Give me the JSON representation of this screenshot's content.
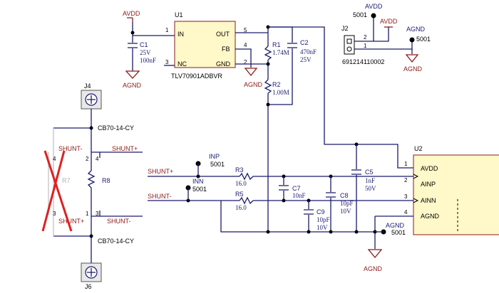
{
  "colors": {
    "wire": "#1b1b6e",
    "power": "#8b1a1a",
    "ic_fill": "#fff8c8",
    "dot": "#000000",
    "x_mark": "#e02020"
  },
  "u1": {
    "ref": "U1",
    "part": "TLV70901ADBVR",
    "pins": {
      "in": "IN",
      "nc": "NC",
      "out": "OUT",
      "fb": "FB",
      "gnd": "GND"
    },
    "pin_numbers": {
      "in": "1",
      "nc": "3",
      "out": "5",
      "fb": "4",
      "gnd": "2"
    }
  },
  "c1": {
    "ref": "C1",
    "v1": "25V",
    "v2": "100nF"
  },
  "c2": {
    "ref": "C2",
    "v1": "470nF",
    "v2": "25V"
  },
  "r1": {
    "ref": "R1",
    "value": "1.74M"
  },
  "r2": {
    "ref": "R2",
    "value": "1.00M"
  },
  "power": {
    "avdd": "AVDD",
    "agnd": "AGND"
  },
  "j2": {
    "ref": "J2",
    "part": "691214110002",
    "pin1": "1",
    "pin2": "2"
  },
  "testpoint": {
    "code": "5001"
  },
  "j4": {
    "ref": "J4",
    "part": "CB70-14-CY"
  },
  "j6": {
    "ref": "J6",
    "part": "CB70-14-CY"
  },
  "r7": {
    "ref": "R7"
  },
  "r8": {
    "ref": "R8"
  },
  "nets": {
    "shunt_plus": "SHUNT+",
    "shunt_minus": "SHUNT-",
    "inp": "INP",
    "inn": "INN"
  },
  "r8_pins": {
    "p1": "1",
    "p2": "2",
    "p3": "3",
    "p4": "4"
  },
  "r7_pins": {
    "p3": "3",
    "p4": "4"
  },
  "r3": {
    "ref": "R3",
    "value": "16.0"
  },
  "r5": {
    "ref": "R5",
    "value": "16.0"
  },
  "c7": {
    "ref": "C7",
    "value": "10nF"
  },
  "c8": {
    "ref": "C8",
    "v1": "10pF",
    "v2": "10V"
  },
  "c9": {
    "ref": "C9",
    "v1": "10pF",
    "v2": "10V"
  },
  "c5": {
    "ref": "C5",
    "v1": "1nF",
    "v2": "50V"
  },
  "u2": {
    "ref": "U2",
    "pins": {
      "avdd": "AVDD",
      "ainp": "AINP",
      "ainn": "AINN",
      "agnd": "AGND"
    },
    "pin_numbers": {
      "avdd": "1",
      "ainp": "2",
      "ainn": "3",
      "agnd": "4"
    }
  }
}
